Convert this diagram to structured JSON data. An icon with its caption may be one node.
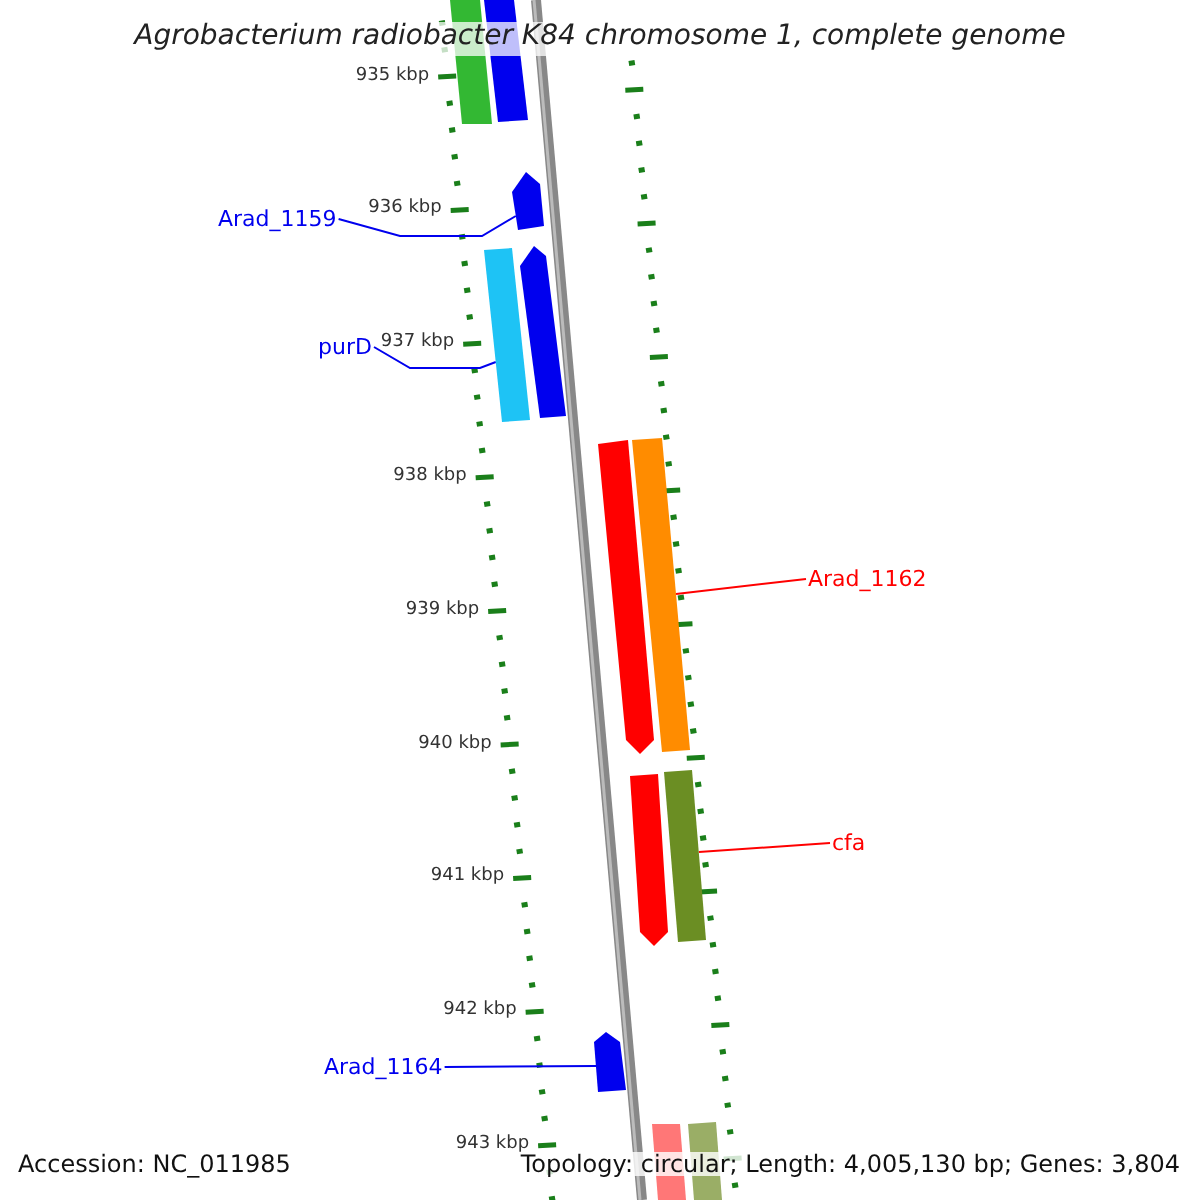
{
  "diagram": {
    "title": "Agrobacterium radiobacter K84 chromosome 1, complete genome",
    "nodes": [
      {
        "text": [
          "Arad_1159"
        ]
      },
      {
        "text": [],
        "shape": "picture"
      },
      {
        "text": [
          "purD"
        ]
      },
      {
        "text": [],
        "shape": "picture"
      },
      {
        "text": [
          "Arad_1162"
        ]
      },
      {
        "text": [],
        "shape": "picture"
      },
      {
        "text": [
          "cfa"
        ]
      },
      {
        "text": [],
        "shape": "picture"
      },
      {
        "text": [
          "Arad_1164"
        ]
      },
      {
        "text": [],
        "shape": "picture"
      },
      {
        "text": [],
        "shape": "picture"
      },
      {
        "text": [],
        "shape": "picture"
      },
      {
        "text": [],
        "shape": "picture"
      },
      {
        "text": [],
        "shape": "picture"
      },
      {
        "text": [],
        "shape": "picture"
      },
      {
        "text": [],
        "shape": "picture"
      },
      {
        "text": [],
        "shape": "picture"
      }
    ],
    "edges": [
      {
        "from": 0,
        "to": 1,
        "arrow": "none"
      },
      {
        "from": 2,
        "to": 3,
        "arrow": "none"
      },
      {
        "from": 4,
        "to": 5,
        "arrow": "none",
        "color": "#ff0000"
      },
      {
        "from": 6,
        "to": 7,
        "arrow": "none",
        "color": "#ff0000"
      },
      {
        "from": 8,
        "to": 9,
        "arrow": "none"
      }
    ],
    "labels": [
      "935 kbp",
      "936 kbp",
      "937 kbp",
      "938 kbp",
      "939 kbp",
      "940 kbp",
      "941 kbp",
      "942 kbp",
      "943 kbp",
      "Accession: NC_011985",
      "Topology: circular; Length: 4,005,130 bp; Genes: 3,804"
    ]
  }
}
